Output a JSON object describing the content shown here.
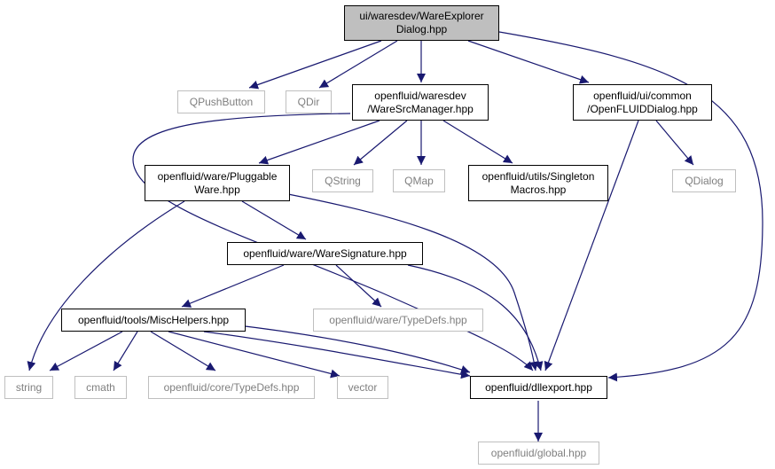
{
  "nodes": {
    "root": [
      "ui/waresdev/WareExplorer",
      "Dialog.hpp"
    ],
    "qpushbutton": [
      "QPushButton"
    ],
    "qdir": [
      "QDir"
    ],
    "waresrcmanager": [
      "openfluid/waresdev",
      "/WareSrcManager.hpp"
    ],
    "openfluiddialog": [
      "openfluid/ui/common",
      "/OpenFLUIDDialog.hpp"
    ],
    "pluggableware": [
      "openfluid/ware/Pluggable",
      "Ware.hpp"
    ],
    "qstring": [
      "QString"
    ],
    "qmap": [
      "QMap"
    ],
    "singleton": [
      "openfluid/utils/Singleton",
      "Macros.hpp"
    ],
    "qdialog": [
      "QDialog"
    ],
    "waresignature": [
      "openfluid/ware/WareSignature.hpp"
    ],
    "waretypedefs": [
      "openfluid/ware/TypeDefs.hpp"
    ],
    "mischelpers": [
      "openfluid/tools/MiscHelpers.hpp"
    ],
    "string": [
      "string"
    ],
    "cmath": [
      "cmath"
    ],
    "coretypedefs": [
      "openfluid/core/TypeDefs.hpp"
    ],
    "vector": [
      "vector"
    ],
    "dllexport": [
      "openfluid/dllexport.hpp"
    ],
    "global": [
      "openfluid/global.hpp"
    ]
  },
  "colors": {
    "edge": "#191970",
    "external_border": "#bfbfbf",
    "root_fill": "#bfbfbf"
  }
}
